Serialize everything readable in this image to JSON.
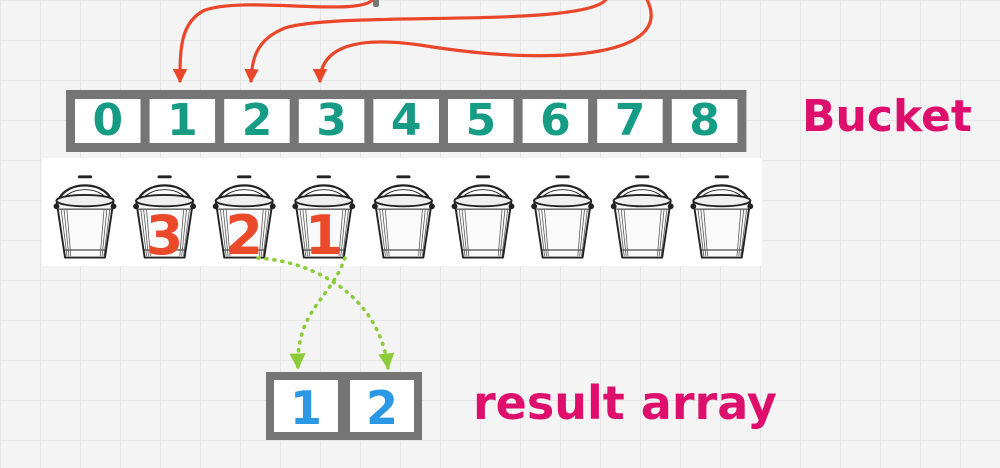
{
  "bucket_array": {
    "label": "Bucket",
    "indices": [
      "0",
      "1",
      "2",
      "3",
      "4",
      "5",
      "6",
      "7",
      "8"
    ],
    "box_border_color": "#757575",
    "index_color": "#169c84"
  },
  "buckets": {
    "count": 9,
    "values": [
      "",
      "3",
      "2",
      "1",
      "",
      "",
      "",
      "",
      ""
    ],
    "value_color": "#eb4a2a"
  },
  "result_array": {
    "label": "result array",
    "values": [
      "1",
      "2"
    ],
    "value_color": "#2b98e6"
  },
  "label_color": "#dd0e6c",
  "arrows": {
    "top_arrow_color": "#e9462a",
    "top_arrow_targets": [
      1,
      2,
      3
    ],
    "result_arrow_color": "#8ccc3a",
    "result_arrows": [
      {
        "from_bucket": 2,
        "to_result": 1
      },
      {
        "from_bucket": 3,
        "to_result": 0
      }
    ]
  }
}
